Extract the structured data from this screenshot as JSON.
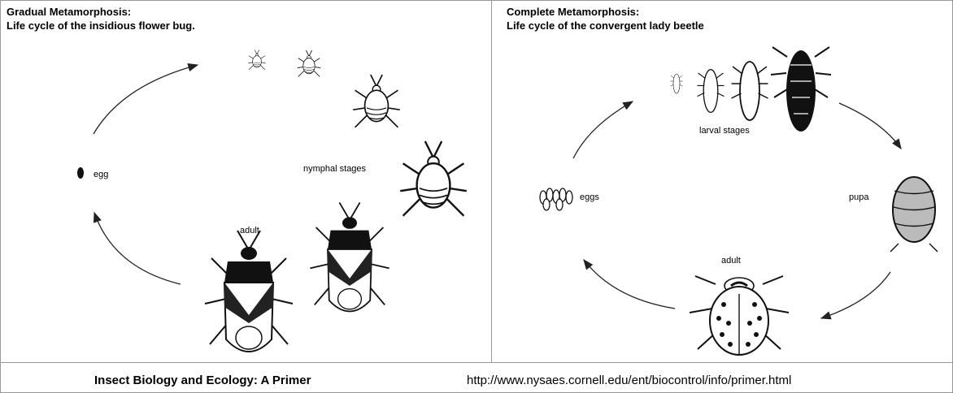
{
  "left_panel": {
    "title_line1": "Gradual Metamorphosis:",
    "title_line2": "Life cycle of the insidious flower bug.",
    "label_egg": "egg",
    "label_nymphal": "nymphal stages",
    "label_adult": "adult"
  },
  "right_panel": {
    "title_line1": "Complete Metamorphosis:",
    "title_line2": "Life cycle of the convergent lady beetle",
    "label_larval": "larval stages",
    "label_eggs": "eggs",
    "label_pupa": "pupa",
    "label_adult": "adult"
  },
  "footer": {
    "title": "Insect Biology and Ecology: A Primer",
    "url": "http://www.nysaes.cornell.edu/ent/biocontrol/info/primer.html"
  }
}
